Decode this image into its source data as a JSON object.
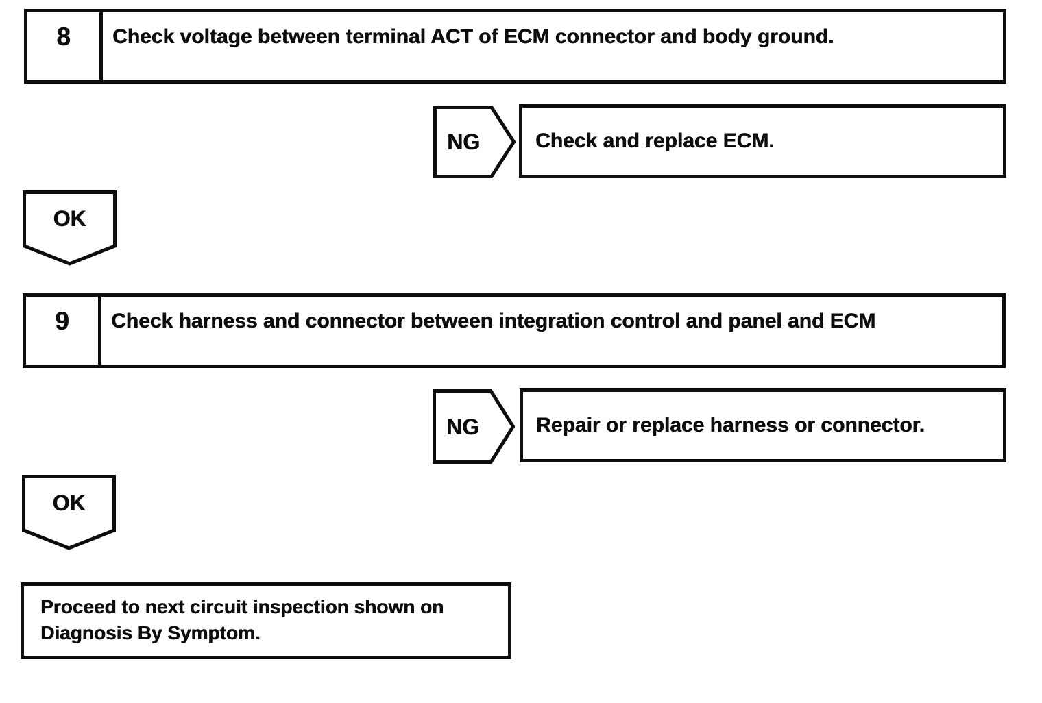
{
  "colors": {
    "ink": "#0d0d0d",
    "paper": "#ffffff"
  },
  "flowchart": {
    "steps": [
      {
        "number": "8",
        "instruction": "Check voltage between terminal ACT of ECM connector and body ground.",
        "ng": {
          "label": "NG",
          "action": "Check and replace ECM."
        },
        "ok": {
          "label": "OK"
        }
      },
      {
        "number": "9",
        "instruction": "Check harness and connector between integration control and panel and ECM",
        "ng": {
          "label": "NG",
          "action": "Repair or replace harness or connector."
        },
        "ok": {
          "label": "OK"
        }
      }
    ],
    "terminal": {
      "line1": "Proceed to next circuit inspection shown on",
      "line2": "Diagnosis By Symptom."
    }
  }
}
